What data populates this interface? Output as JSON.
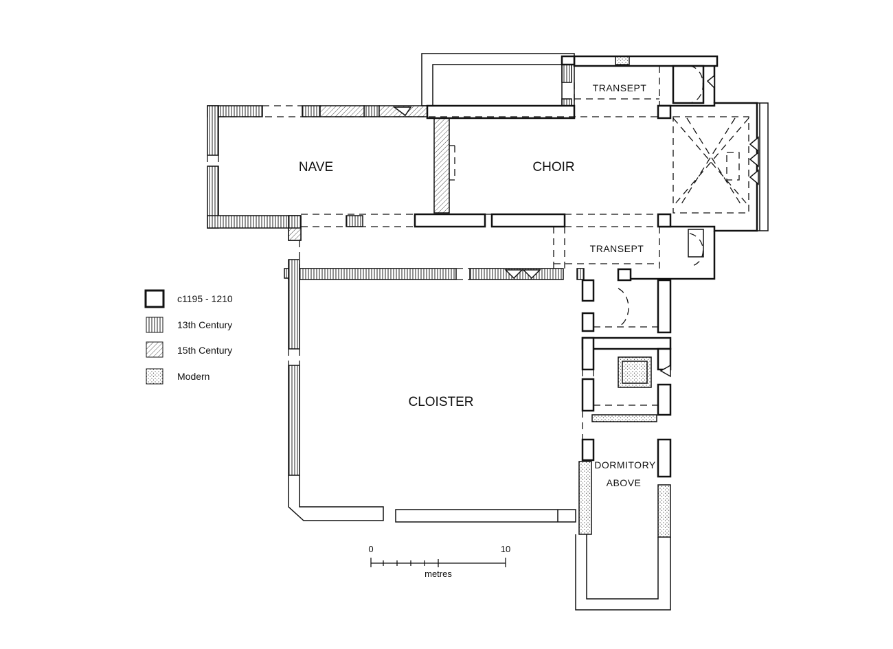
{
  "rooms": {
    "nave": "NAVE",
    "choir": "CHOIR",
    "transept_north": "TRANSEPT",
    "transept_south": "TRANSEPT",
    "cloister": "CLOISTER",
    "dormitory_line1": "DORMITORY",
    "dormitory_line2": "ABOVE"
  },
  "legend": [
    {
      "label": "c1195 - 1210",
      "pattern": "solid"
    },
    {
      "label": "13th Century",
      "pattern": "vertical-hatch"
    },
    {
      "label": "15th Century",
      "pattern": "diagonal-hatch"
    },
    {
      "label": "Modern",
      "pattern": "stipple"
    }
  ],
  "scale": {
    "start": "0",
    "end": "10",
    "unit": "metres"
  },
  "colors": {
    "ink": "#111111",
    "paper": "#ffffff"
  }
}
